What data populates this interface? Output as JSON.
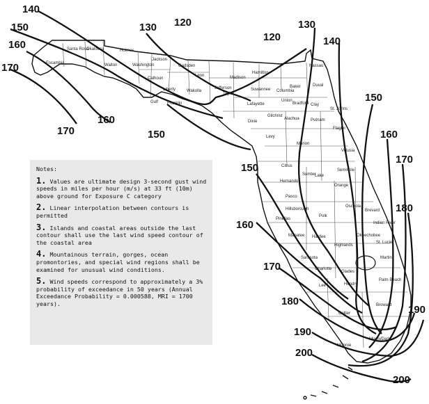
{
  "contour_labels": [
    "140",
    "150",
    "160",
    "170",
    "120",
    "130",
    "120",
    "130",
    "140",
    "170",
    "160",
    "150",
    "150",
    "160",
    "170",
    "150",
    "160",
    "170",
    "180",
    "180",
    "190",
    "190",
    "200",
    "200"
  ],
  "counties": [
    "Santa Rosa",
    "Okaloosa",
    "Walton",
    "Holmes",
    "Washington",
    "Jackson",
    "Gadsden",
    "Leon",
    "Jefferson",
    "Madison",
    "Hamilton",
    "Columbia",
    "Baker",
    "Nassau",
    "Duval",
    "Calhoun",
    "Liberty",
    "Wakulla",
    "Gulf",
    "Franklin",
    "Taylor",
    "Suwannee",
    "Lafayette",
    "Union",
    "Bradford",
    "Clay",
    "St. Johns",
    "Dixie",
    "Gilchrist",
    "Alachua",
    "Putnam",
    "Flagler",
    "Levy",
    "Marion",
    "Volusia",
    "Citrus",
    "Sumter",
    "Lake",
    "Seminole",
    "Hernando",
    "Orange",
    "Pasco",
    "Hillsborough",
    "Polk",
    "Osceola",
    "Brevard",
    "Pinellas",
    "Manatee",
    "Hardee",
    "Highlands",
    "Indian River",
    "St. Lucie",
    "Okeechobee",
    "Sarasota",
    "Charlotte",
    "Glades",
    "Martin",
    "Lee",
    "Hendry",
    "Palm Beach",
    "Broward",
    "Collier",
    "Miami/Dade",
    "Monroe",
    "Escambia"
  ],
  "notes": {
    "title": "Notes:",
    "items": [
      {
        "num": "1.",
        "text": "Values are ultimate design 3-second gust wind speeds in miles per hour (m/s) at 33 ft (10m) above ground for Exposure C category"
      },
      {
        "num": "2.",
        "text": "Linear interpolation between contours is permitted"
      },
      {
        "num": "3.",
        "text": "Islands and coastal areas outside the last contour shall use the last wind speed contour of the coastal area"
      },
      {
        "num": "4.",
        "text": "Mountainous terrain, gorges, ocean promontories, and special wind regions shall be examined for unusual wind conditions."
      },
      {
        "num": "5.",
        "text": "Wind speeds correspond to approximately a 3% probability of exceedance in 50 years (Annual Exceedance Probability = 0.000588, MRI = 1700 years)."
      }
    ]
  }
}
